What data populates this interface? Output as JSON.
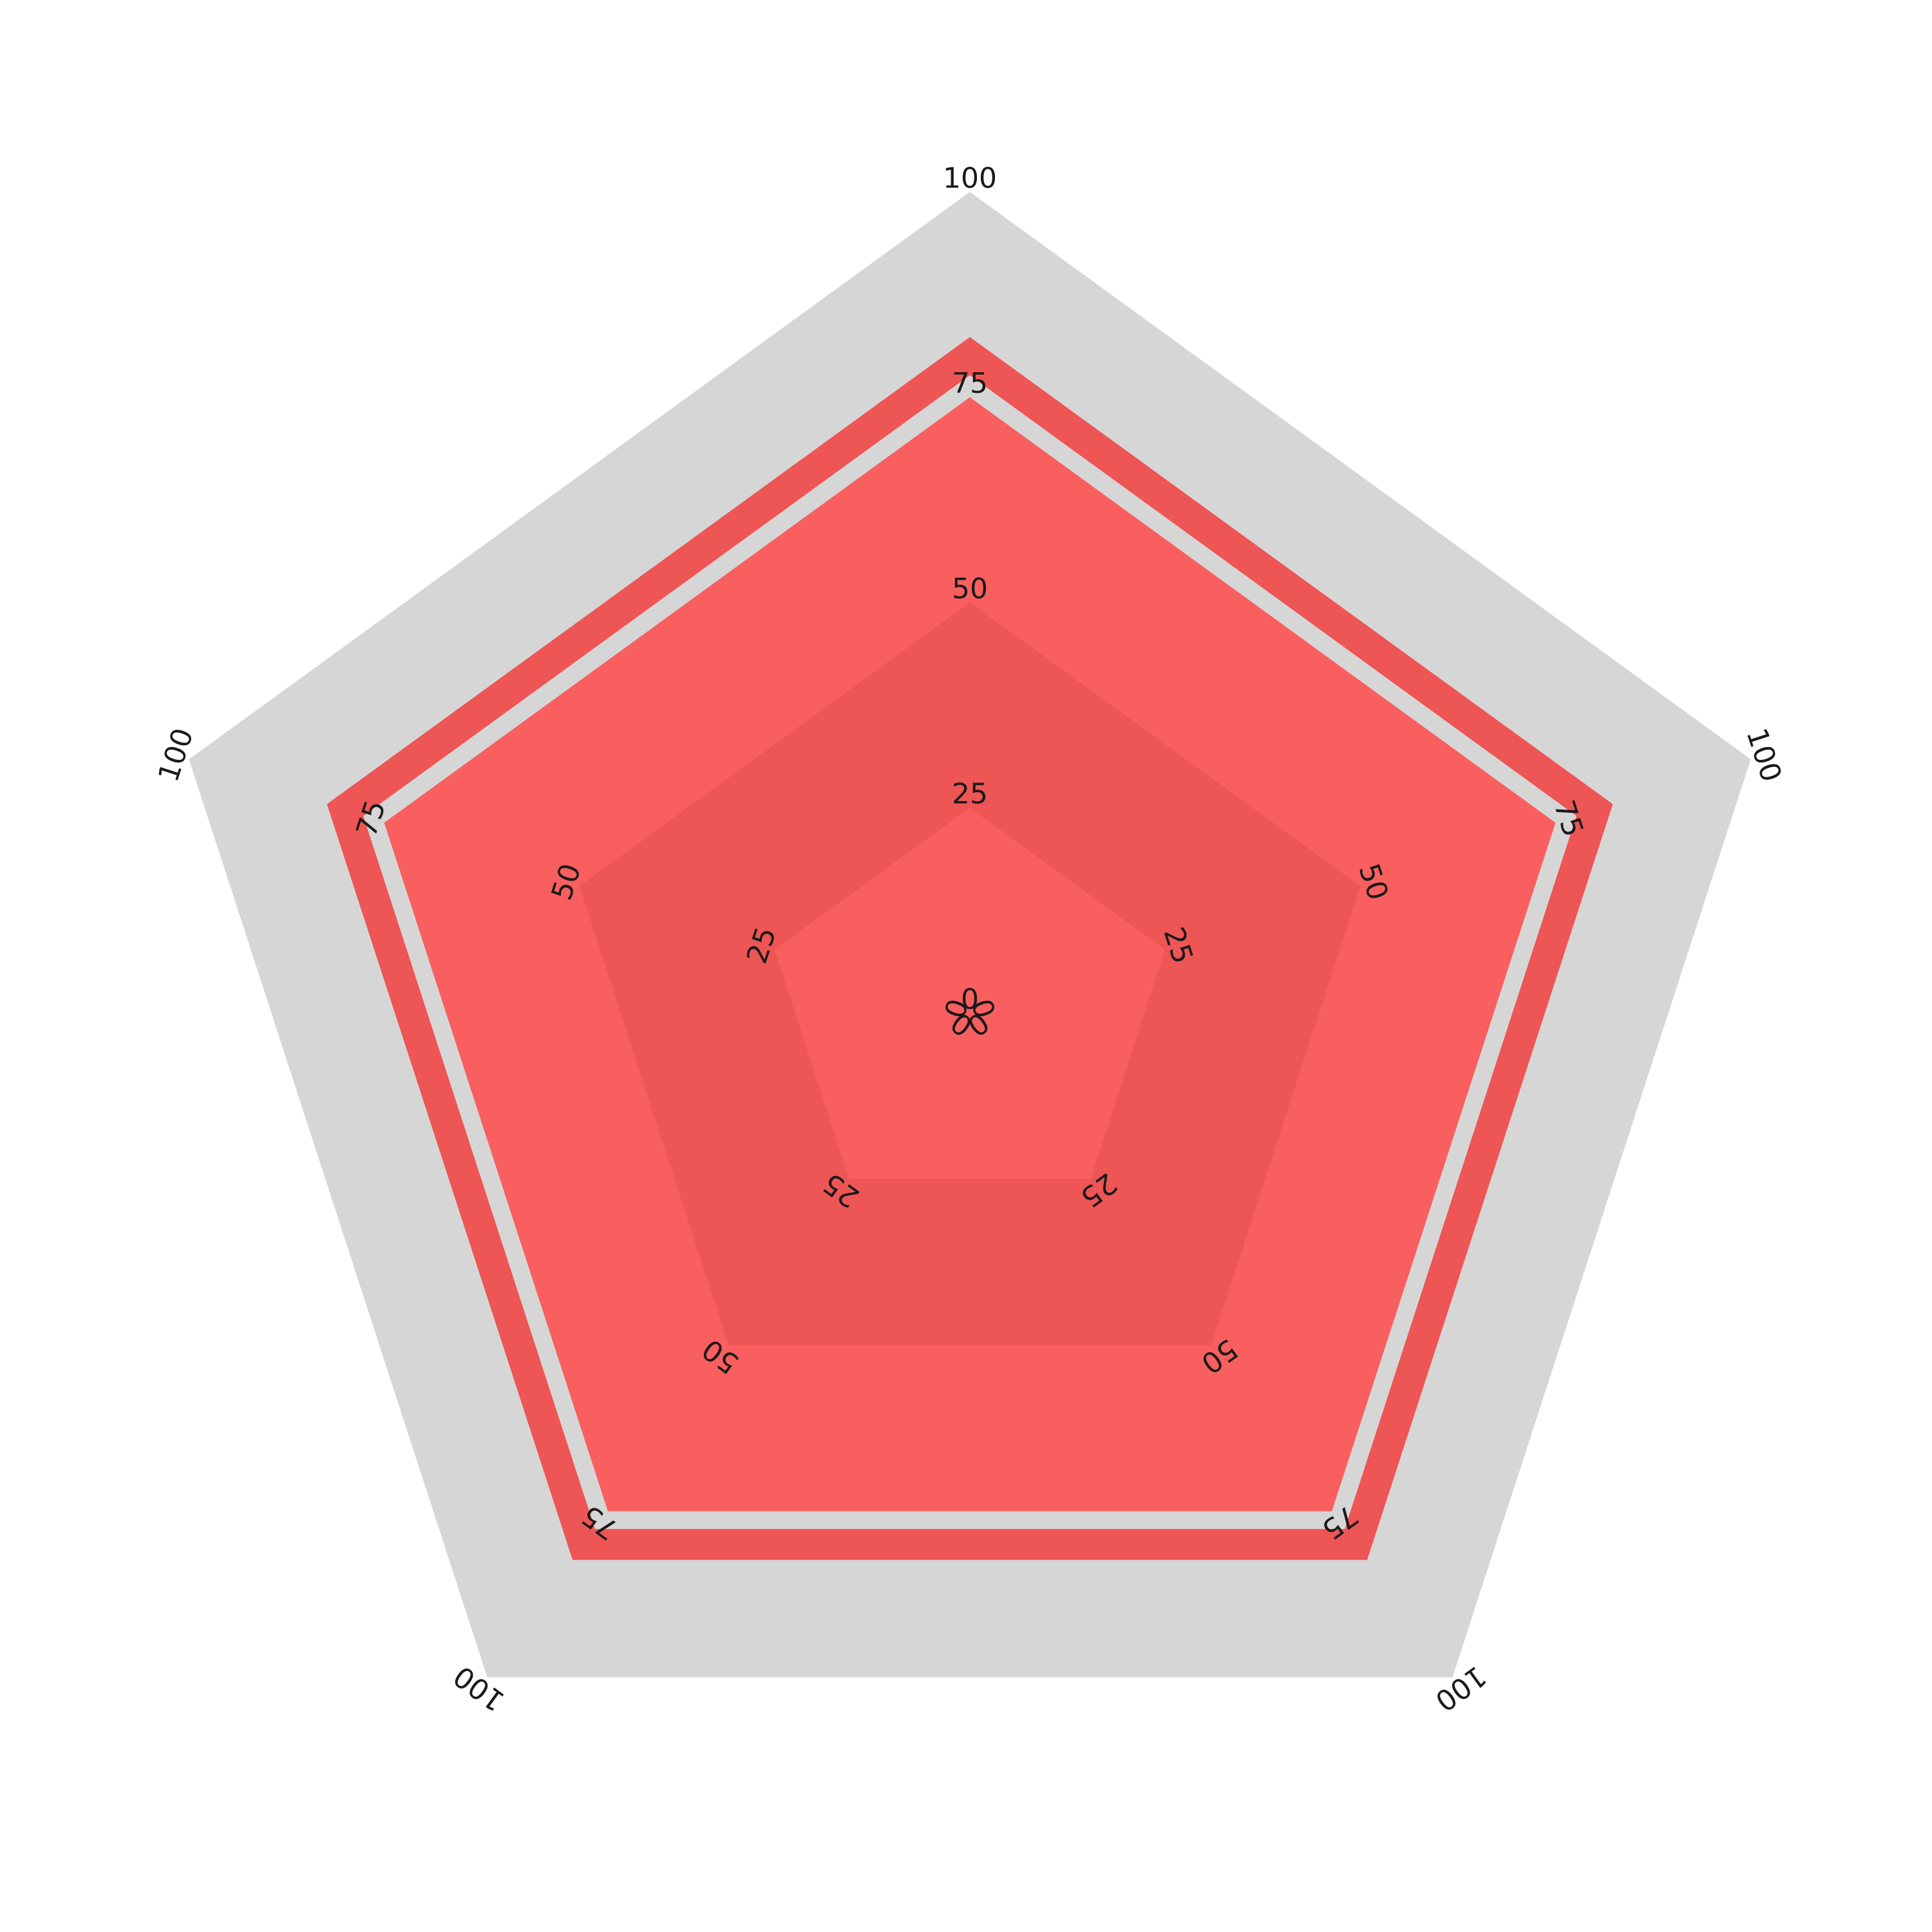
{
  "chart_data": {
    "type": "radar",
    "axes_count": 5,
    "rlim": [
      0,
      100
    ],
    "ticks": [
      0,
      25,
      50,
      75,
      100
    ],
    "tick_labels": [
      "0",
      "25",
      "50",
      "75",
      "100"
    ],
    "band_colors": [
      "#ffffff",
      "#f95f5f",
      "#ee5555",
      "#f95f5f",
      "#d6d6d6"
    ],
    "data_outline_color": "#ee5555",
    "series": [
      {
        "values": [
          80,
          80,
          80,
          80,
          80
        ]
      }
    ]
  }
}
